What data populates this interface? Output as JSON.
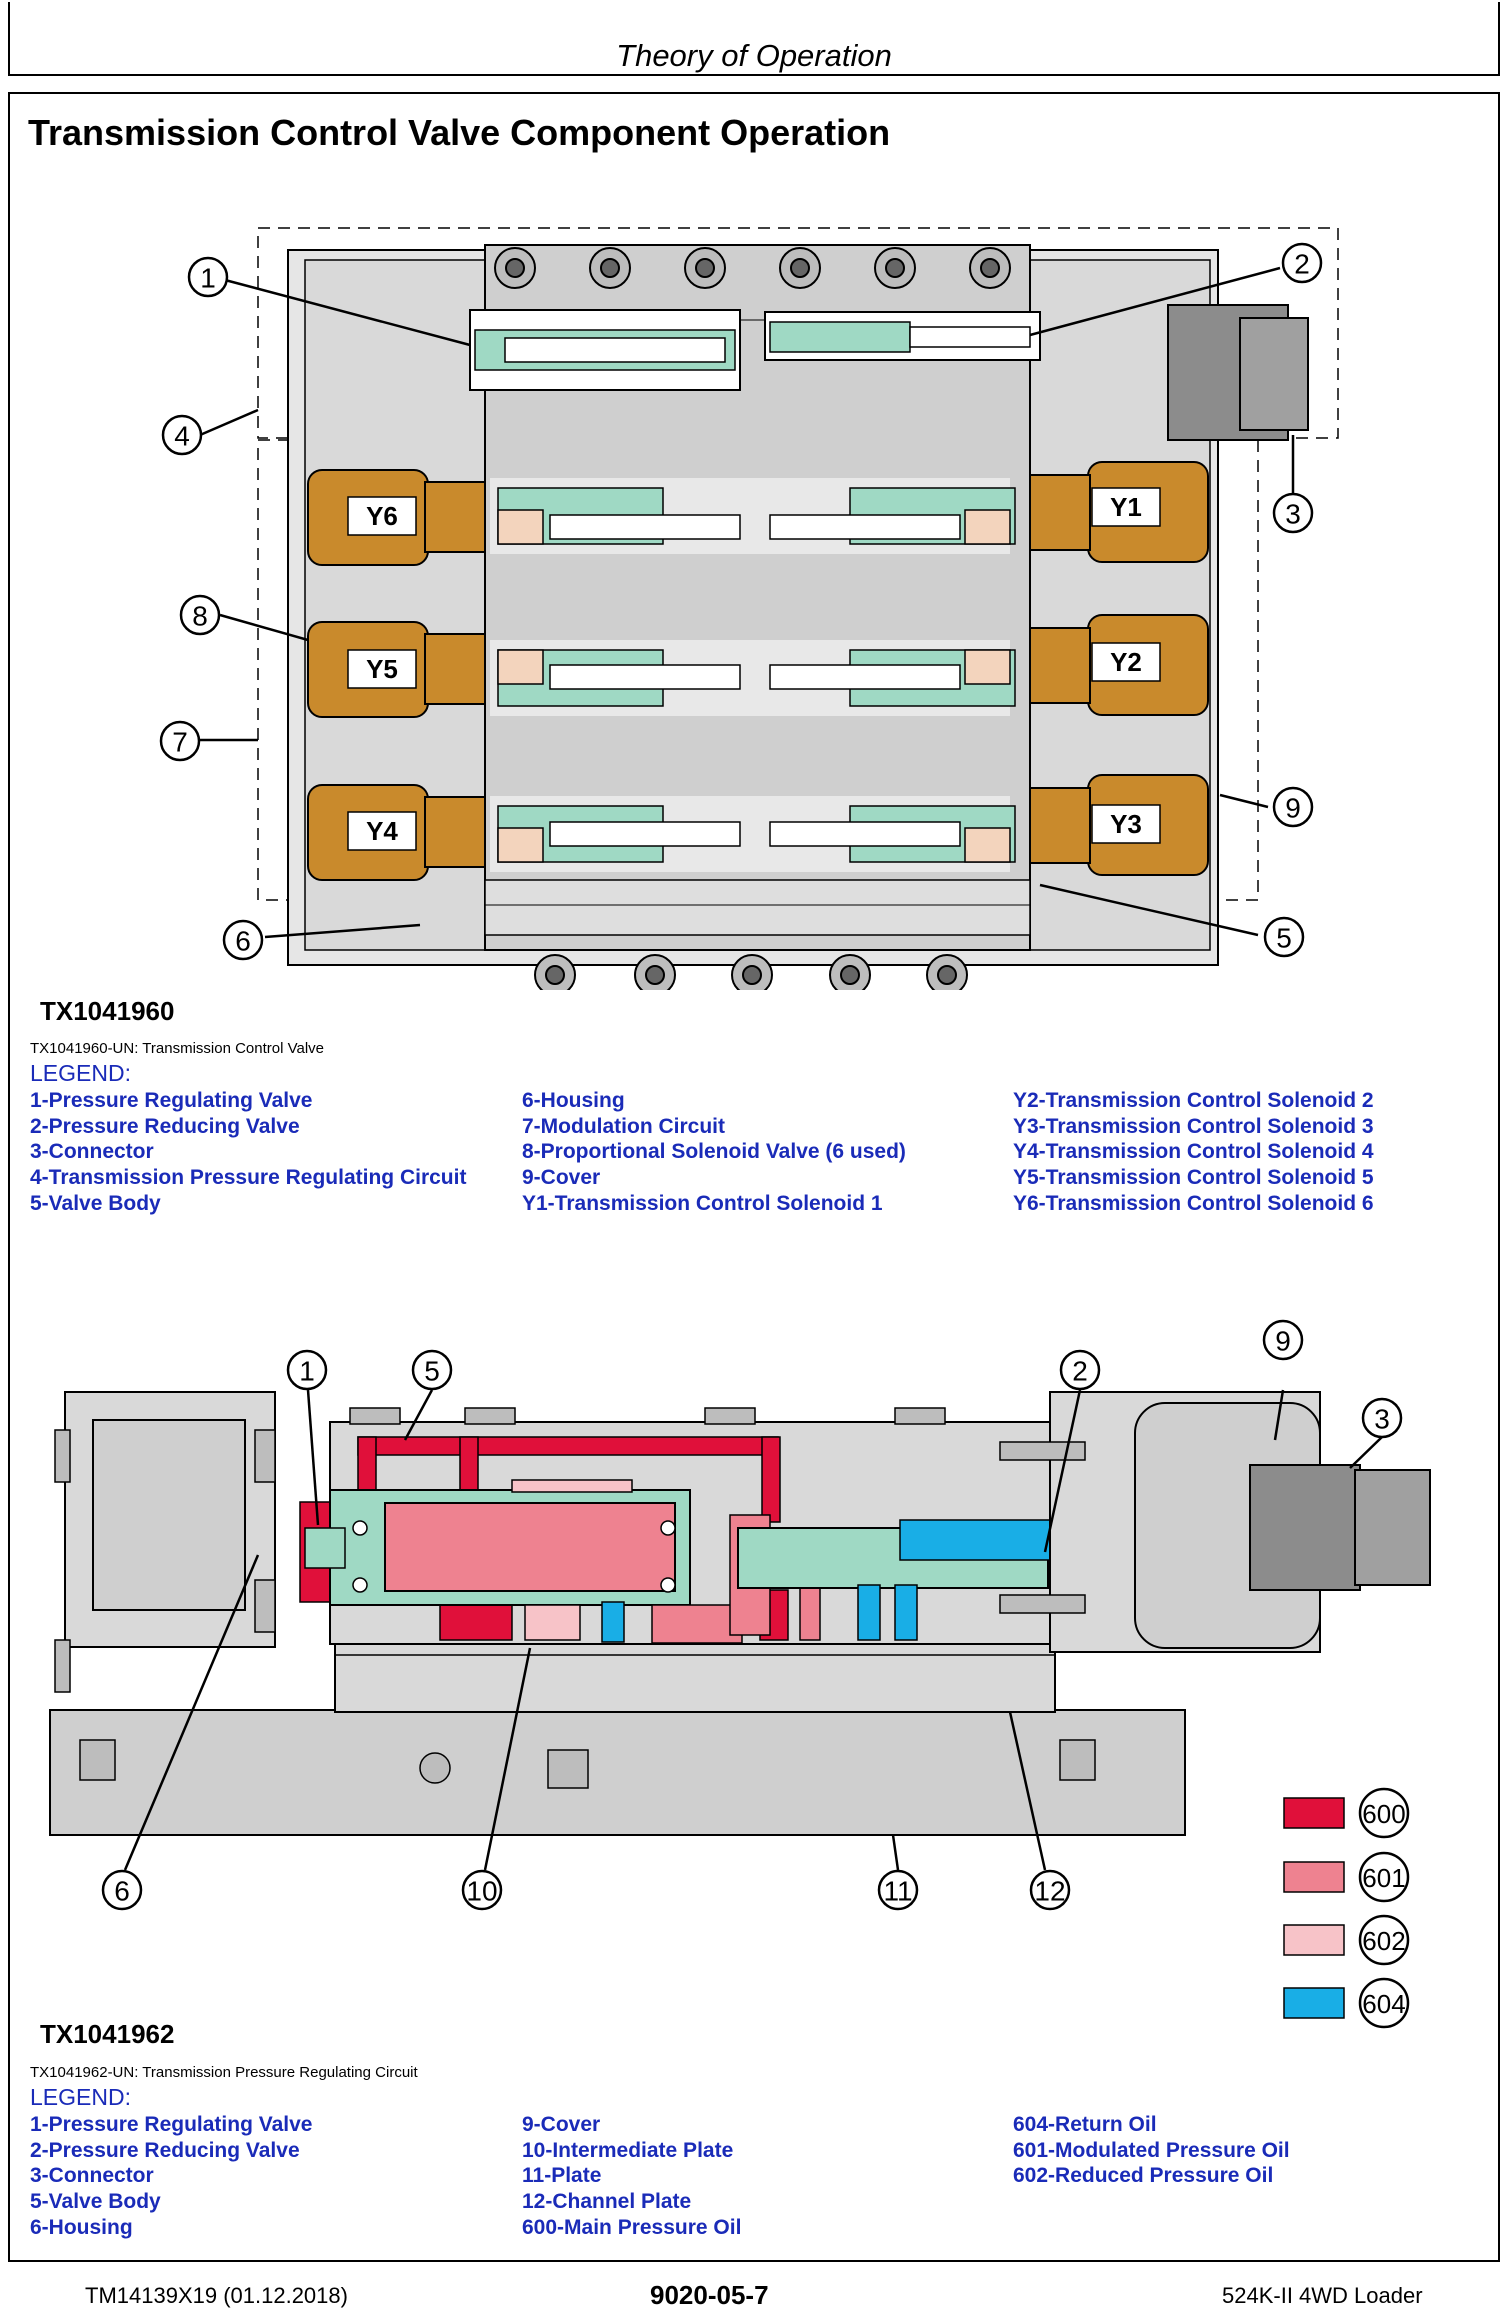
{
  "header": {
    "title": "Theory of Operation"
  },
  "section_title": "Transmission Control Valve Component Operation",
  "figure1": {
    "id": "TX1041960",
    "caption": "TX1041960-UN: Transmission Control Valve",
    "callouts": [
      "1",
      "2",
      "3",
      "4",
      "5",
      "6",
      "7",
      "8",
      "9"
    ],
    "solenoids": [
      "Y1",
      "Y2",
      "Y3",
      "Y4",
      "Y5",
      "Y6"
    ],
    "legend_heading": "LEGEND:",
    "legend": [
      [
        "1-Pressure Regulating Valve",
        "2-Pressure Reducing Valve",
        "3-Connector",
        "4-Transmission Pressure Regulating Circuit",
        "5-Valve Body"
      ],
      [
        "6-Housing",
        "7-Modulation Circuit",
        "8-Proportional Solenoid Valve (6 used)",
        "9-Cover",
        "Y1-Transmission Control Solenoid 1"
      ],
      [
        "Y2-Transmission Control Solenoid 2",
        "Y3-Transmission Control Solenoid 3",
        "Y4-Transmission Control Solenoid 4",
        "Y5-Transmission Control Solenoid 5",
        "Y6-Transmission Control Solenoid 6"
      ]
    ]
  },
  "figure2": {
    "id": "TX1041962",
    "caption": "TX1041962-UN: Transmission Pressure Regulating Circuit",
    "callouts": [
      "1",
      "5",
      "2",
      "9",
      "3",
      "6",
      "10",
      "11",
      "12"
    ],
    "color_key": [
      {
        "code": "600",
        "color": "#e0103a"
      },
      {
        "code": "601",
        "color": "#ee8290"
      },
      {
        "code": "602",
        "color": "#f7c3c8"
      },
      {
        "code": "604",
        "color": "#19aee6"
      }
    ],
    "legend_heading": "LEGEND:",
    "legend": [
      [
        "1-Pressure Regulating Valve",
        "2-Pressure Reducing Valve",
        "3-Connector",
        "5-Valve Body",
        "6-Housing"
      ],
      [
        "9-Cover",
        "10-Intermediate Plate",
        "11-Plate",
        "12-Channel Plate",
        "600-Main Pressure Oil"
      ],
      [
        "604-Return Oil",
        "601-Modulated Pressure Oil",
        "602-Reduced Pressure Oil"
      ]
    ]
  },
  "colors": {
    "solenoid": "#c98a2c",
    "valve_green": "#9fd9c4",
    "housing_gray": "#d9d9d9",
    "legend_blue": "#1a2bb8"
  },
  "footer": {
    "left": "TM14139X19 (01.12.2018)",
    "center": "9020-05-7",
    "right": "524K-II 4WD Loader"
  }
}
